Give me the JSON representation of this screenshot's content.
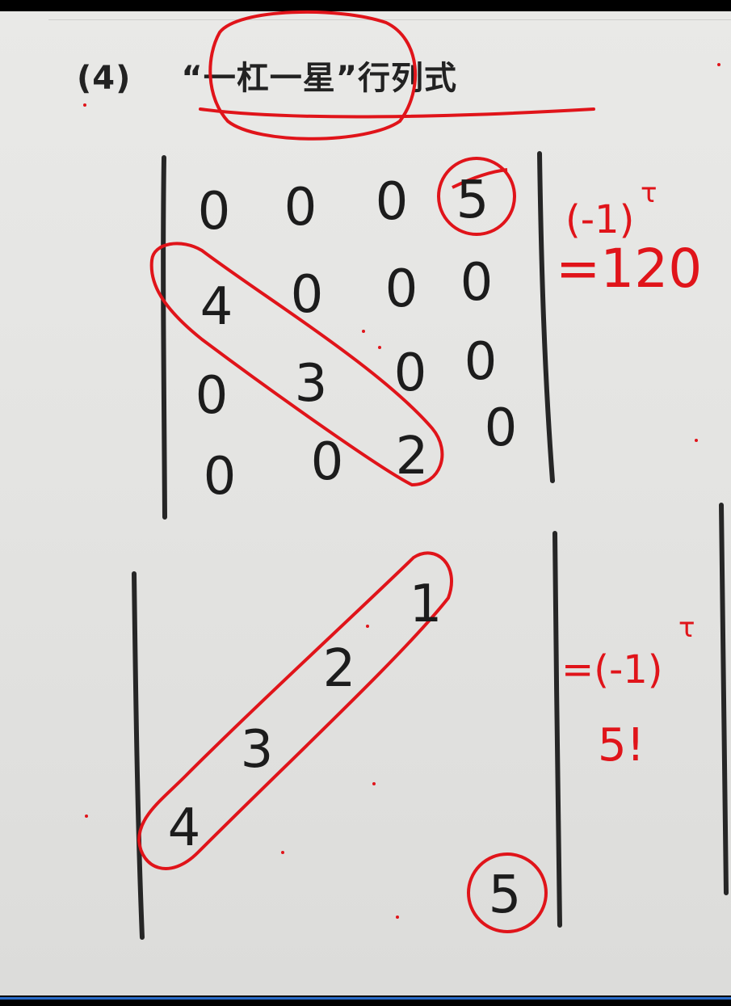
{
  "heading": {
    "number": "(4)",
    "open_quote": "“",
    "quoted": "一杠一星",
    "close_quote": "”",
    "suffix": "行列式"
  },
  "matrix_top": {
    "rows": [
      [
        "0",
        "0",
        "0",
        "5"
      ],
      [
        "4",
        "0",
        "0",
        "0"
      ],
      [
        "0",
        "3",
        "0",
        "0"
      ],
      [
        "0",
        "0",
        "2",
        "0"
      ]
    ],
    "annotation": {
      "sign": "(-1)",
      "exponent": "τ",
      "equals_value": "=120"
    }
  },
  "matrix_bottom": {
    "diagonal": [
      "1",
      "2",
      "3",
      "4"
    ],
    "corner": "5",
    "annotation": {
      "equals_sign": "=(-1)",
      "exponent": "τ",
      "value": "5!"
    }
  },
  "colors": {
    "ink": "#1c1c1c",
    "red_marker": "#e0141a",
    "board": "#e6e6e4"
  }
}
